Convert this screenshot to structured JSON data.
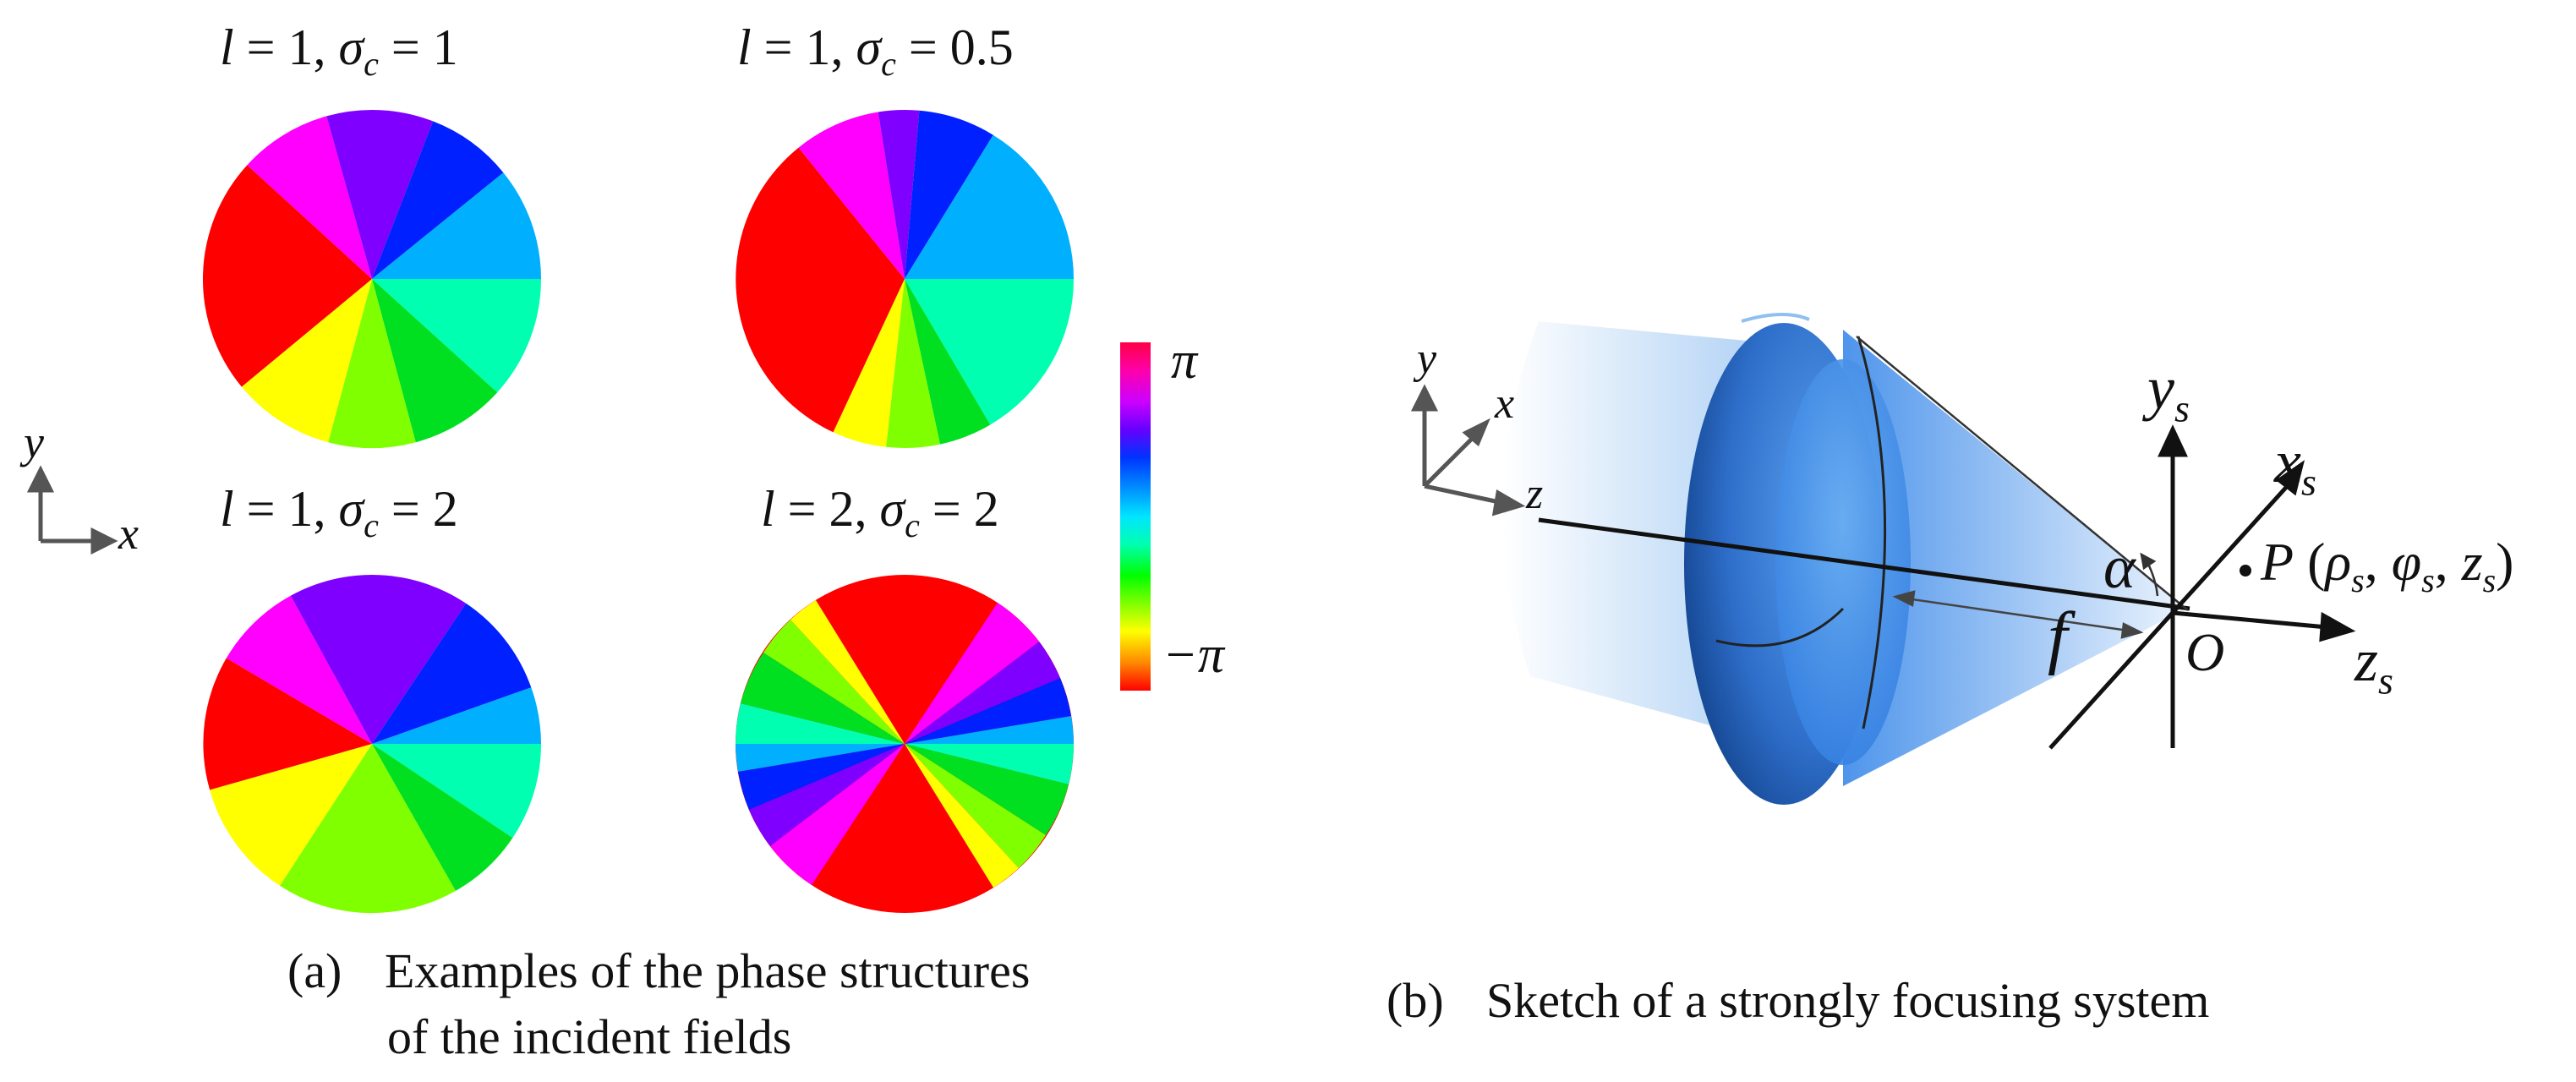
{
  "panel_a": {
    "disks": [
      {
        "label": {
          "l": "l",
          "eq1": " = 1, ",
          "sigma": "σ",
          "c": "c",
          "eq2": " = 1"
        }
      },
      {
        "label": {
          "l": "l",
          "eq1": " = 1, ",
          "sigma": "σ",
          "c": "c",
          "eq2": " = 0.5"
        }
      },
      {
        "label": {
          "l": "l",
          "eq1": " = 1, ",
          "sigma": "σ",
          "c": "c",
          "eq2": " = 2"
        }
      },
      {
        "label": {
          "l": "l",
          "eq1": " = 2, ",
          "sigma": "σ",
          "c": "c",
          "eq2": " = 2"
        }
      }
    ],
    "axes": {
      "x": "x",
      "y": "y"
    },
    "colorbar": {
      "top": "π",
      "bottom": "−π",
      "colors": [
        "#ff0000",
        "#ff8800",
        "#ffff00",
        "#80ff00",
        "#00ff00",
        "#00ffb0",
        "#00e5ff",
        "#0090ff",
        "#0033ff",
        "#6600ff",
        "#cc00ff",
        "#ff00aa",
        "#ff0000"
      ]
    },
    "caption_tag": "(a)",
    "caption_line1": "Examples of the phase structures",
    "caption_line2": "of the incident fields"
  },
  "panel_b": {
    "lab_axes": {
      "x": "x",
      "y": "y",
      "z": "z"
    },
    "focal_axes": {
      "xs": "x",
      "ys": "y",
      "zs": "z",
      "sub": "s"
    },
    "origin": "O",
    "alpha": "α",
    "focal_length": "f",
    "point": {
      "P": "P",
      "open": " (",
      "rho": "ρ",
      "phi": "φ",
      "z": "z",
      "s": "s",
      "comma": ", ",
      "close": ")"
    },
    "caption_tag": "(b)",
    "caption_text": "Sketch of a strongly focusing system"
  }
}
